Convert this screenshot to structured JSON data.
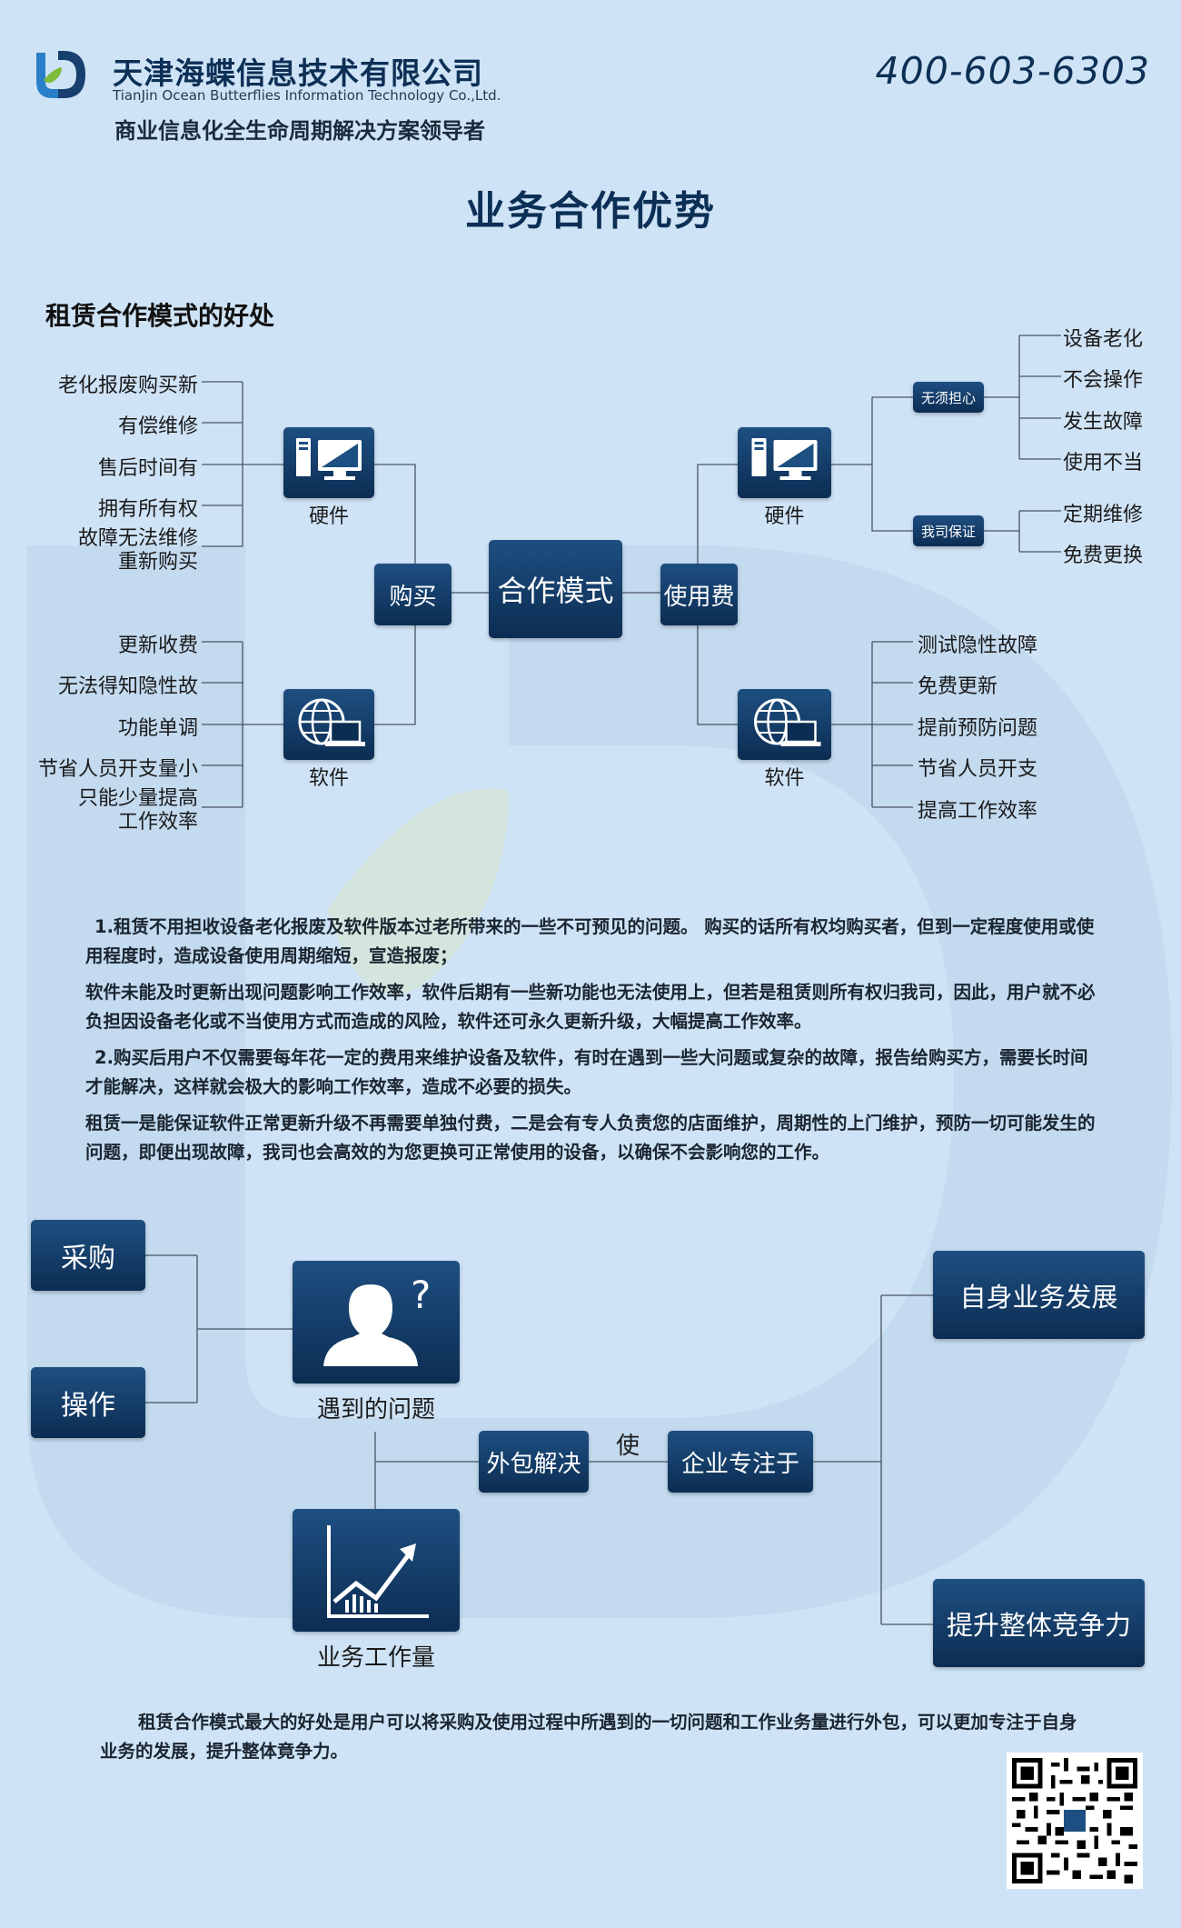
{
  "header": {
    "company_cn": "天津海蝶信息技术有限公司",
    "company_en": "TianJin Ocean Butterflies Information Technology Co.,Ltd.",
    "tagline": "商业信息化全生命周期解决方案领导者",
    "phone": "400-603-6303"
  },
  "page_title": "业务合作优势",
  "section_title": "租赁合作模式的好处",
  "diagram": {
    "center": "合作模式",
    "buy": "购买",
    "fee": "使用费",
    "hardware_caption": "硬件",
    "software_caption": "软件",
    "buy_hardware_items": [
      "老化报废购买新",
      "有偿维修",
      "售后时间有",
      "拥有所有权"
    ],
    "buy_hardware_last": [
      "故障无法维修",
      "重新购买"
    ],
    "buy_software_items": [
      "更新收费",
      "无法得知隐性故",
      "功能单调",
      "节省人员开支量小"
    ],
    "buy_software_last": [
      "只能少量提高",
      "工作效率"
    ],
    "worry_free_tag": "无须担心",
    "guarantee_tag": "我司保证",
    "worry_free_items": [
      "设备老化",
      "不会操作",
      "发生故障",
      "使用不当"
    ],
    "guarantee_items": [
      "定期维修",
      "免费更换"
    ],
    "fee_software_items": [
      "测试隐性故障",
      "免费更新",
      "提前预防问题",
      "节省人员开支",
      "提高工作效率"
    ]
  },
  "paragraphs": [
    "1.租赁不用担收设备老化报废及软件版本过老所带来的一些不可预见的问题。 购买的话所有权均购买者，但到一定程度使用或使用程度时，造成设备使用周期缩短，宣造报废；",
    "软件未能及时更新出现问题影响工作效率，软件后期有一些新功能也无法使用上，但若是租赁则所有权归我司，因此，用户就不必负担因设备老化或不当使用方式而造成的风险，软件还可永久更新升级，大幅提高工作效率。",
    "2.购买后用户不仅需要每年花一定的费用来维护设备及软件，有时在遇到一些大问题或复杂的故障，报告给购买方，需要长时间才能解决，这样就会极大的影响工作效率，造成不必要的损失。",
    "租赁一是能保证软件正常更新升级不再需要单独付费，二是会有专人负责您的店面维护，周期性的上门维护，预防一切可能发生的问题，即便出现故障，我司也会高效的为您更换可正常使用的设备，以确保不会影响您的工作。"
  ],
  "flow": {
    "purchase": "采购",
    "operation": "操作",
    "problems_caption": "遇到的问题",
    "workload_caption": "业务工作量",
    "outsource": "外包解决",
    "verb": "使",
    "focus": "企业专注于",
    "develop": "自身业务发展",
    "compete": "提升整体竞争力"
  },
  "footer_text": "租赁合作模式最大的好处是用户可以将采购及使用过程中所遇到的一切问题和工作业务量进行外包，可以更加专注于自身业务的发展，提升整体竟争力。",
  "colors": {
    "background": "#cfe3f6",
    "box_dark": "#0c2d52",
    "title": "#0c2f55"
  },
  "icons": [
    "logo-icon",
    "computer-icon",
    "globe-laptop-icon",
    "person-question-icon",
    "growth-chart-icon",
    "qr-code-icon"
  ]
}
